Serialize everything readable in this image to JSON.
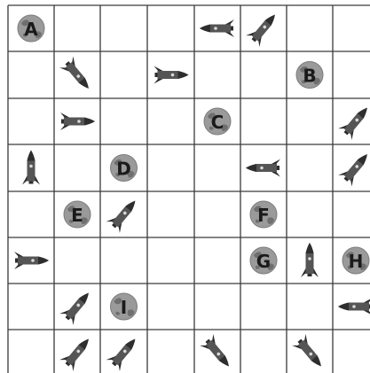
{
  "grid": {
    "columns": 8,
    "rows": 8
  },
  "planets": [
    {
      "label": "A",
      "col": 0,
      "row": 0
    },
    {
      "label": "B",
      "col": 6,
      "row": 1
    },
    {
      "label": "C",
      "col": 4,
      "row": 2
    },
    {
      "label": "D",
      "col": 2,
      "row": 3
    },
    {
      "label": "E",
      "col": 1,
      "row": 4
    },
    {
      "label": "F",
      "col": 5,
      "row": 4
    },
    {
      "label": "G",
      "col": 5,
      "row": 5
    },
    {
      "label": "H",
      "col": 7,
      "row": 5
    },
    {
      "label": "I",
      "col": 2,
      "row": 6
    }
  ],
  "rockets": [
    {
      "col": 4,
      "row": 0,
      "direction": "west"
    },
    {
      "col": 5,
      "row": 0,
      "direction": "northeast"
    },
    {
      "col": 1,
      "row": 1,
      "direction": "southeast"
    },
    {
      "col": 3,
      "row": 1,
      "direction": "east"
    },
    {
      "col": 1,
      "row": 2,
      "direction": "east"
    },
    {
      "col": 7,
      "row": 2,
      "direction": "northeast"
    },
    {
      "col": 0,
      "row": 3,
      "direction": "north"
    },
    {
      "col": 5,
      "row": 3,
      "direction": "west"
    },
    {
      "col": 7,
      "row": 3,
      "direction": "northeast"
    },
    {
      "col": 2,
      "row": 4,
      "direction": "northeast"
    },
    {
      "col": 0,
      "row": 5,
      "direction": "east"
    },
    {
      "col": 6,
      "row": 5,
      "direction": "north"
    },
    {
      "col": 1,
      "row": 6,
      "direction": "northeast"
    },
    {
      "col": 7,
      "row": 6,
      "direction": "west"
    },
    {
      "col": 1,
      "row": 7,
      "direction": "northeast"
    },
    {
      "col": 2,
      "row": 7,
      "direction": "northeast"
    },
    {
      "col": 4,
      "row": 7,
      "direction": "southeast"
    },
    {
      "col": 6,
      "row": 7,
      "direction": "southeast"
    }
  ],
  "colors": {
    "grid_line": "#3a3a3a",
    "planet_fill": "#9a9a9a",
    "planet_patch": "#6f6f6f",
    "rocket_body": "#555555",
    "rocket_dark": "#2e2e2e"
  },
  "icons": {
    "planet": "planet-icon",
    "rocket": "rocket-icon"
  }
}
